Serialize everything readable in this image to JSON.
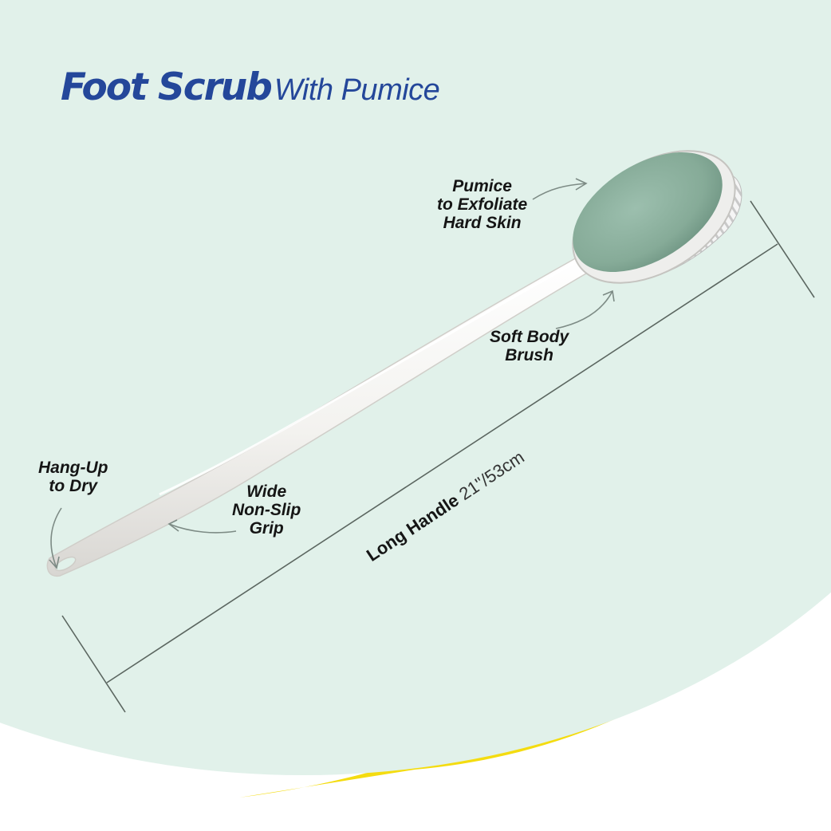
{
  "title": {
    "main": "Foot Scrub",
    "sub": "With Pumice"
  },
  "callouts": {
    "pumice": {
      "lines": [
        "Pumice",
        "to Exfoliate",
        "Hard Skin"
      ]
    },
    "brush": {
      "lines": [
        "Soft Body",
        "Brush"
      ]
    },
    "hang": {
      "lines": [
        "Hang-Up",
        "to Dry"
      ]
    },
    "grip": {
      "lines": [
        "Wide",
        "Non-Slip",
        "Grip"
      ]
    }
  },
  "dimension": {
    "label": "Long Handle",
    "value": "21\"/53cm"
  },
  "colors": {
    "background_mint": "#e1f1ea",
    "accent_yellow": "#f4dc10",
    "title_blue": "#24479a",
    "pumice_green": "#8fb3a1",
    "line_gray": "#5b6660"
  },
  "icons": [
    "curved-arrow-icon"
  ]
}
